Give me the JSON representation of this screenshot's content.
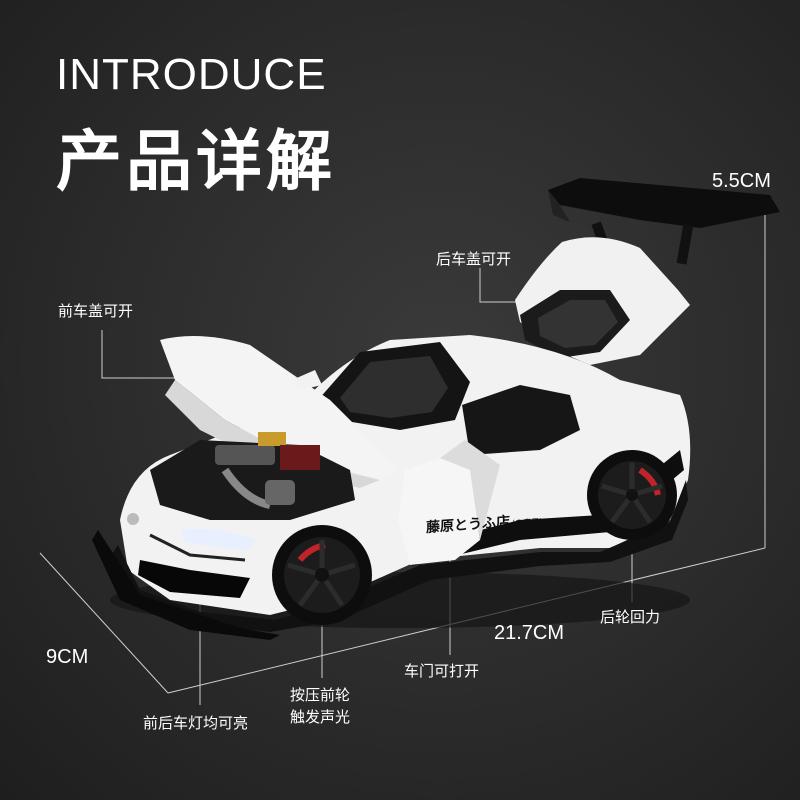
{
  "heading": {
    "en": "INTRODUCE",
    "cn": "产品详解"
  },
  "callouts": {
    "rear_hood": "后车盖可开",
    "front_hood": "前车盖可开",
    "rear_wheel": "后轮回力",
    "door": "车门可打开",
    "front_wheel_line1": "按压前轮",
    "front_wheel_line2": "触发声光",
    "lights": "前后车灯均可亮"
  },
  "dimensions": {
    "height": "5.5CM",
    "length": "21.7CM",
    "width": "9CM"
  },
  "car_decal": {
    "main": "藤原とうふ店",
    "sub": "(自家用)"
  },
  "colors": {
    "background": "#2b2b2b",
    "car_body": "#f2f2f2",
    "car_black": "#111111",
    "brake_caliper": "#c0242b"
  }
}
